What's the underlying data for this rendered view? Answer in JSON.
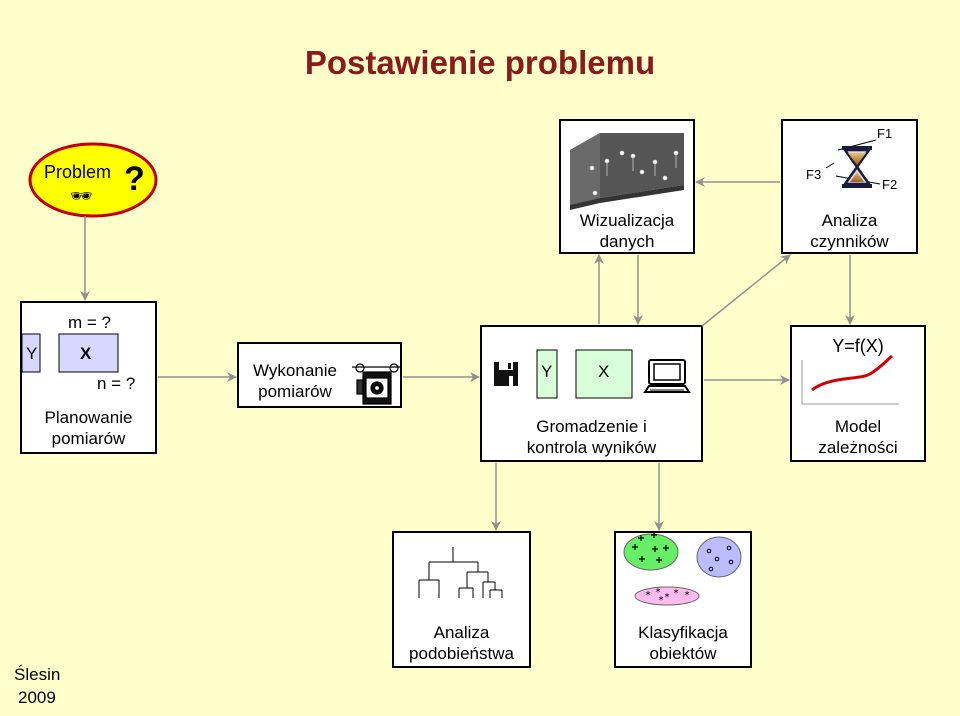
{
  "title": "Postawienie problemu",
  "problem": {
    "label": "Problem",
    "mark": "?",
    "glasses": "🕶"
  },
  "visualization": {
    "label_line1": "Wizualizacja",
    "label_line2": "danych"
  },
  "factor_analysis": {
    "f1": "F1",
    "f2": "F2",
    "f3": "F3",
    "label_line1": "Analiza",
    "label_line2": "czynników"
  },
  "planning": {
    "y": "Y",
    "x": "X",
    "m": "m = ?",
    "n": "n = ?",
    "label_line1": "Planowanie",
    "label_line2": "pomiarów"
  },
  "measurement": {
    "label_line1": "Wykonanie",
    "label_line2": "pomiarów"
  },
  "collection": {
    "y": "Y",
    "x": "X",
    "label_line1": "Gromadzenie i",
    "label_line2": "kontrola wyników"
  },
  "model": {
    "equation": "Y=f(X)",
    "label_line1": "Model",
    "label_line2": "zależności"
  },
  "similarity": {
    "label_line1": "Analiza",
    "label_line2": "podobieństwa"
  },
  "classification": {
    "label_line1": "Klasyfikacja",
    "label_line2": "obiektów"
  },
  "footer": {
    "author": "Ślesin",
    "year": "2009"
  },
  "colors": {
    "background": "#ffffcc",
    "title": "#8b1a1a",
    "problem_fill": "#ffff00",
    "problem_border": "#c00000",
    "box_border": "#000000",
    "arrow": "#909090",
    "curve": "#d00000",
    "cluster_green": "#66ee66",
    "cluster_blue": "#bbbbff",
    "cluster_pink": "#ffbbee"
  }
}
